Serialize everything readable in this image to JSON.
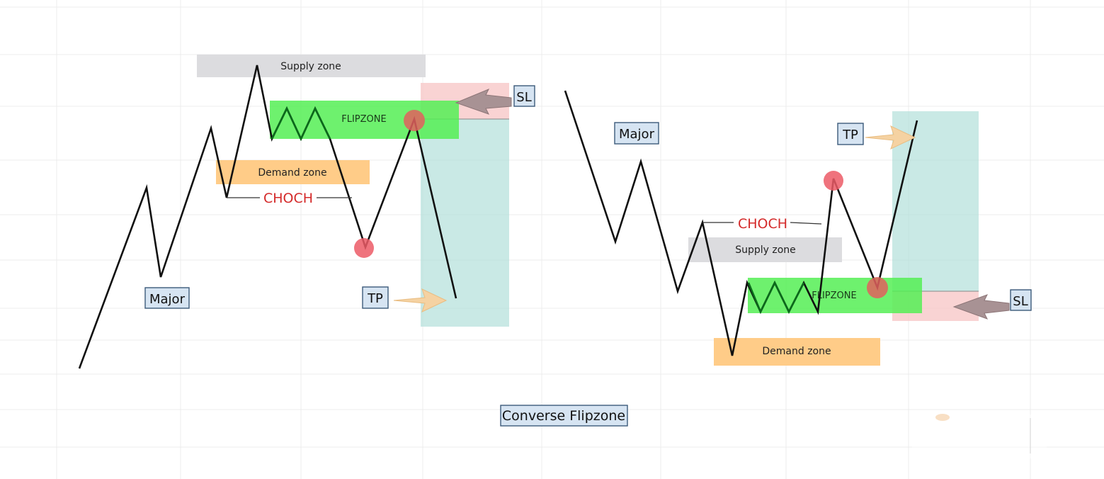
{
  "title": "Converse Flipzone",
  "colors": {
    "supply": "#dcdcdf",
    "demand": "#ffcc88",
    "flipzone": "#66ee66",
    "stop_loss": "#f8c8c8",
    "take_profit": "#b2e0da",
    "entry_dot": "#ec5a66",
    "tp_arrow": "#f5d2a2",
    "sl_arrow": "#a89294",
    "label_box": "#d6e4f2",
    "choch": "#d42a2a"
  },
  "left_setup": {
    "supply_label": "Supply zone",
    "demand_label": "Demand zone",
    "flipzone_label": "FLIPZONE",
    "choch_label": "CHOCH",
    "major_label": "Major",
    "tp_label": "TP",
    "sl_label": "SL"
  },
  "right_setup": {
    "supply_label": "Supply zone",
    "demand_label": "Demand zone",
    "flipzone_label": "FLIPZONE",
    "choch_label": "CHOCH",
    "major_label": "Major",
    "tp_label": "TP",
    "sl_label": "SL"
  }
}
